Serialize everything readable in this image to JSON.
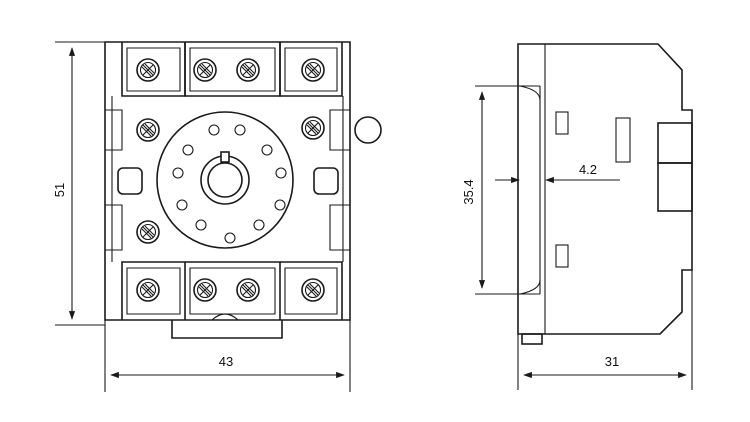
{
  "dimensions": {
    "front_height": "51",
    "front_width": "43",
    "rail_height": "35.4",
    "rail_offset": "4.2",
    "side_depth": "31"
  }
}
